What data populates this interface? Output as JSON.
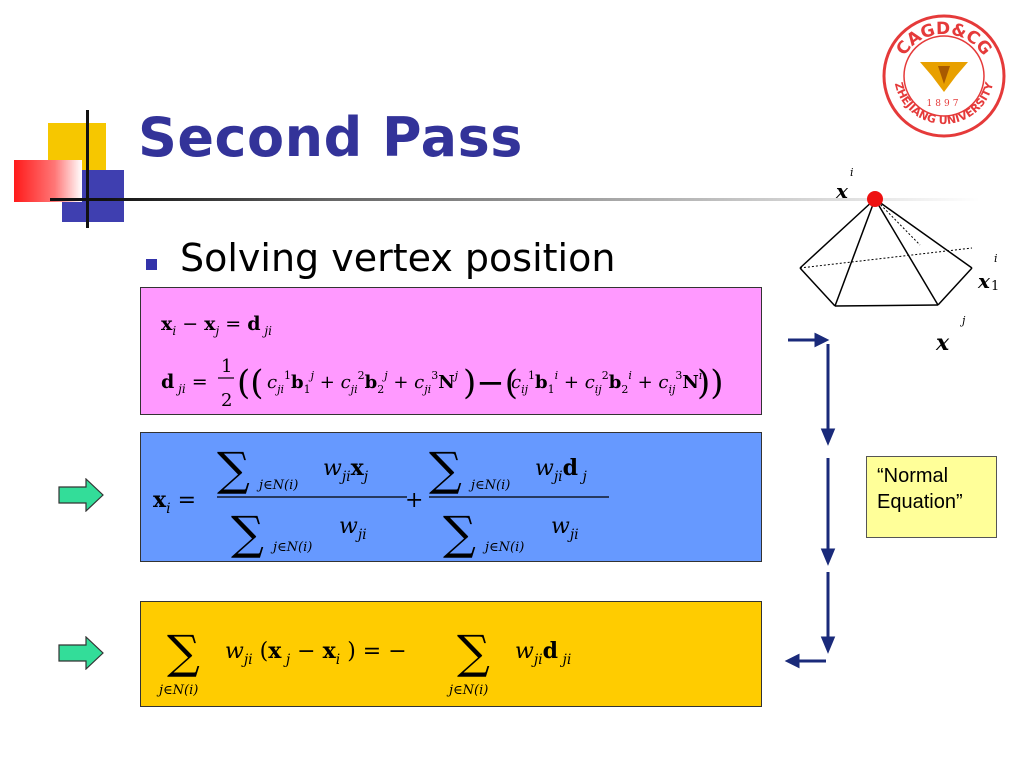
{
  "slide": {
    "title": "Second Pass",
    "bullet": "Solving vertex position",
    "note_line1": "“Normal",
    "note_line2": "Equation”",
    "diagram_labels": {
      "top_x": "x",
      "top_sup": "i",
      "right_x": "x",
      "right_sup": "i",
      "right_sub": "1",
      "bottom_x": "x",
      "bottom_sup": "j"
    },
    "logo": {
      "text_top": "CAGD&CG",
      "text_bottom": "ZHEJIANG UNIVERSITY",
      "year": "1897"
    }
  },
  "colors": {
    "title": "#333399",
    "pink_box": "#ff99ff",
    "blue_box": "#6699ff",
    "yellow_box": "#ffcc00",
    "note_bg": "#ffff99",
    "green_arrow": "#33dd99",
    "logo_red": "#e53a3a",
    "logo_gold": "#e8a000"
  }
}
